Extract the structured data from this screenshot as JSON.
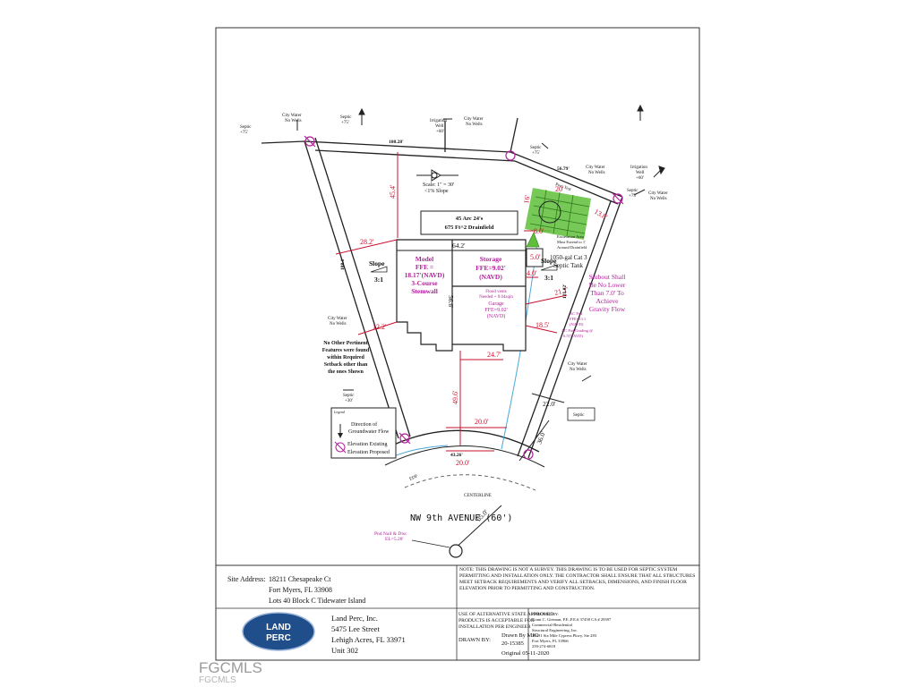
{
  "plan": {
    "scale_title": "Scale: 1\" = 30'",
    "scale_note": "<1% Slope",
    "drainfield_line1": "45 Arc 24's",
    "drainfield_line2": "675 Ft^2 Drainfield",
    "model_label": [
      "Model",
      "FFE =",
      "18.17'(NAVD)",
      "3-Course",
      "Stemwall"
    ],
    "storage_label": [
      "Storage",
      "FFE=9.02'",
      "(NAVD)"
    ],
    "flood_vents": [
      "Flood vents",
      "Needed + 9.04sqin",
      "Garage",
      "FFE=9.02'",
      "(NAVD)"
    ],
    "slope_left": [
      "Slope",
      "3:1"
    ],
    "slope_right": [
      "Slope",
      "3:1"
    ],
    "tank_label": [
      "Excavation Area",
      "Must Extend to 1'",
      "Around Drainfield"
    ],
    "tank_name": "1050-gal Cat 3",
    "tank_sub": "Septic Tank",
    "stubout": [
      "Stubout Shall",
      "Be No Lower",
      "Than 7.0' To",
      "Achieve",
      "Gravity Flow"
    ],
    "ac_pad": [
      "AC Pad",
      "FFE=13.1",
      "(NAVD)",
      "AC Pad Grading @",
      "6.5'(NAVD)"
    ],
    "perc_test": "Perc Test",
    "no_other": [
      "No Other Pertinent",
      "Features were found",
      "within Required",
      "Setback other than",
      "the ones  Shown"
    ],
    "street": "NW 9th AVENUE (60')",
    "centerline": "CENTERLINE",
    "edp": "EDP",
    "pnd": [
      "Pnd Nail & Disc",
      "EL=5.28'"
    ],
    "legend_title": "Legend",
    "legend_flow": [
      "Direction of",
      "Groundwater Flow"
    ],
    "legend_elev": [
      "Elevation Existing",
      "Elevation Proposed"
    ],
    "septic_small": "Septic",
    "labels_city_water": [
      "City Water",
      "No Wells"
    ],
    "label_irrigation": [
      "Irrigation",
      "Well",
      "+60'"
    ],
    "label_septic_75": [
      "Septic",
      "+75'"
    ],
    "label_septic_30": [
      "Septic",
      "+30'"
    ]
  },
  "dims": {
    "d45_4": "45.4'",
    "d28_2": "28.2'",
    "d64_2": "64.2'",
    "d56_6": "56.6'",
    "d12_2": "12.2'",
    "d24_7": "24.7'",
    "d49_6": "49.6'",
    "d20_0a": "20.0'",
    "d20_0b": "20.0'",
    "d22_0": "22.0'",
    "d36_0": "36.0'",
    "d21_1": "21.1'",
    "d18_5": "18.5'",
    "d5_0": "5.0'",
    "d4_0": "4.0'",
    "d8_0": "8.0'",
    "d20_tank": "20'",
    "d13_8": "13.8'",
    "d16": "16'",
    "d108_28": "108.28'",
    "d56_79": "56.79'",
    "d188_1": "188.1'",
    "d121_02": "121.02'",
    "d55_0": "55.0'",
    "d43_26": "43.26'"
  },
  "footer": {
    "site_label": "Site Address:",
    "site_lines": [
      "18211 Chesapeake Ct",
      "Fort Myers, FL 33908",
      "Lots 40  Block C  Tidewater Island"
    ],
    "note": "NOTE: THIS DRAWING IS NOT A SURVEY. THIS DRAWING IS TO BE USED FOR SEPTIC SYSTEM PERMITTING AND INSTALLATION ONLY. THE CONTRACTOR SHALL ENSURE THAT ALL STRUCTURES MEET SETBACK REQUIREMENTS AND VERIFY ALL SETBACKS, DIMENSIONS, AND FINISH FLOOR ELEVATION PRIOR TO PERMITTING AND CONSTRUCTION.",
    "logo_line1": "LAND",
    "logo_line2": "PERC",
    "company_lines": [
      "Land Perc, Inc.",
      "5475 Lee Street",
      "Lehigh Acres, FL 33971",
      "Unit 302"
    ],
    "alt_use": [
      "USE OF ALTERNATIVE STATE APPROVED",
      "PRODUCTS IS ACCEPTABLE FOR",
      "INSTALLATION PER ENGINEER"
    ],
    "drawn_by_label": "DRAWN BY:",
    "drawn_by_lines": [
      "Drawn By MJC",
      "20-15385",
      "Original 05-11-2020"
    ],
    "checked_lines": [
      "CHECKED BY:",
      "Grant C. Girtman, P.E.,P.E.# 37458 CA # 29397",
      "Commercial-Residential",
      "Structural Engineering, Inc.",
      "10491 Six Mile Cypress Pkwy, Ste 283",
      "Fort Myers, FL 33966",
      "239-274-6818"
    ]
  },
  "watermark": {
    "big": "FGCMLS",
    "small": "FGCMLS"
  },
  "colors": {
    "magenta": "#b0209a",
    "red": "#c8102e",
    "green": "#5fbf3a",
    "blue_water": "#4aa8d8",
    "logo_blue": "#1f4e8a"
  }
}
